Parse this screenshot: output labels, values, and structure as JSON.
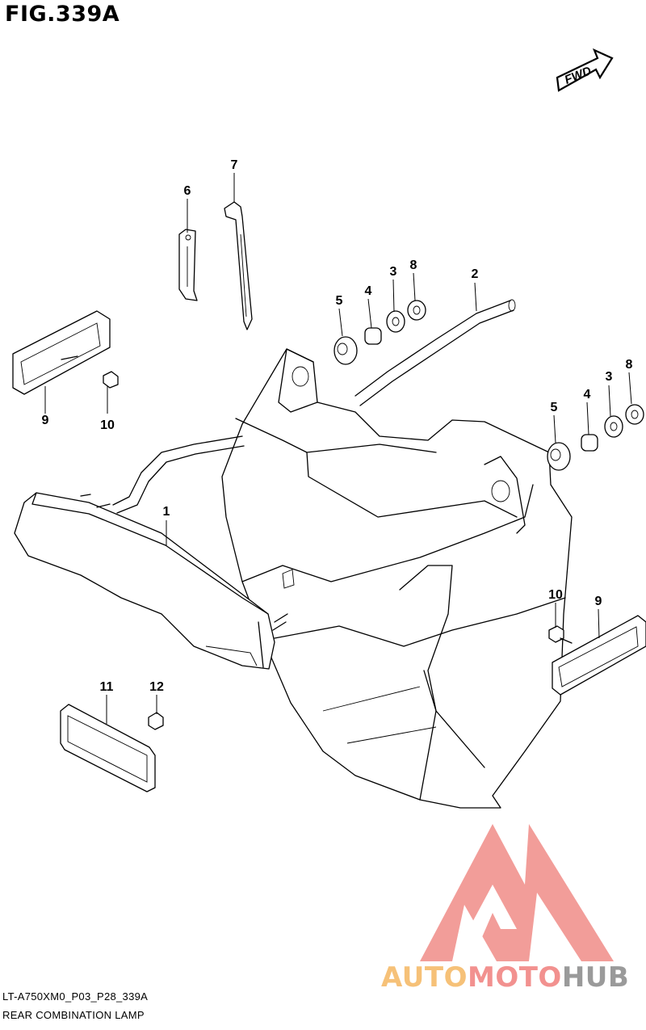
{
  "figure": {
    "title": "FIG.339A"
  },
  "fwd_label": "FWD",
  "callouts": [
    "1",
    "2",
    "3",
    "3",
    "4",
    "4",
    "5",
    "5",
    "6",
    "7",
    "8",
    "8",
    "9",
    "9",
    "10",
    "10",
    "11",
    "12"
  ],
  "footer": {
    "model_code": "LT-A750XM0_P03_P28_339A",
    "caption": "REAR COMBINATION LAMP"
  },
  "watermark": {
    "brand": [
      "AUTO",
      "MOTO",
      "HUB"
    ],
    "colors": {
      "auto": "#f6c178",
      "moto": "#f2918f",
      "hub": "#9a9a9a",
      "logo": "#f08c88"
    }
  }
}
